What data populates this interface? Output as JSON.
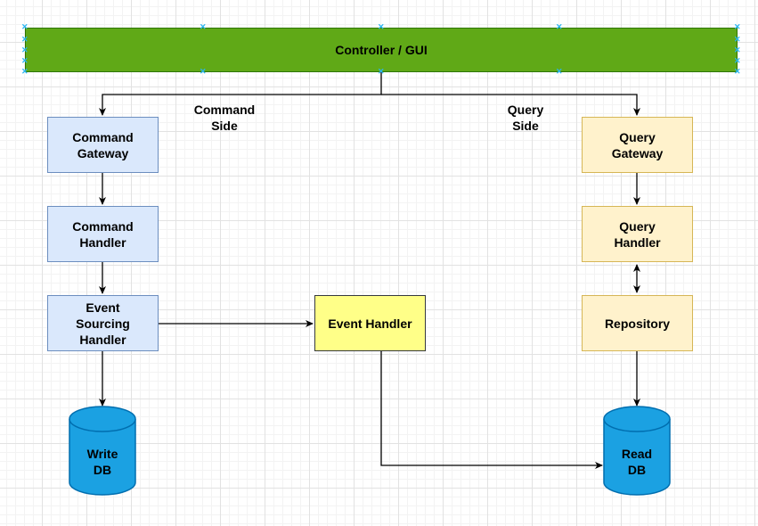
{
  "controller": {
    "label": "Controller / GUI"
  },
  "side_labels": {
    "command": "Command\nSide",
    "query": "Query\nSide"
  },
  "command_side": {
    "gateway": "Command\nGateway",
    "handler": "Command\nHandler",
    "event_sourcing": "Event\nSourcing\nHandler",
    "write_db": "Write\nDB"
  },
  "query_side": {
    "gateway": "Query\nGateway",
    "handler": "Query\nHandler",
    "repository": "Repository",
    "read_db": "Read\nDB"
  },
  "event_handler": {
    "label": "Event Handler"
  },
  "colors": {
    "controller_fill": "#60a917",
    "command_fill": "#dae8fc",
    "query_fill": "#fff2cc",
    "event_handler_fill": "#ffff88",
    "database_fill": "#1ba1e2",
    "selection_handle": "#29b6f2"
  },
  "icons": {
    "database": "database-cylinder-icon",
    "selection": "selection-handle-icon"
  }
}
